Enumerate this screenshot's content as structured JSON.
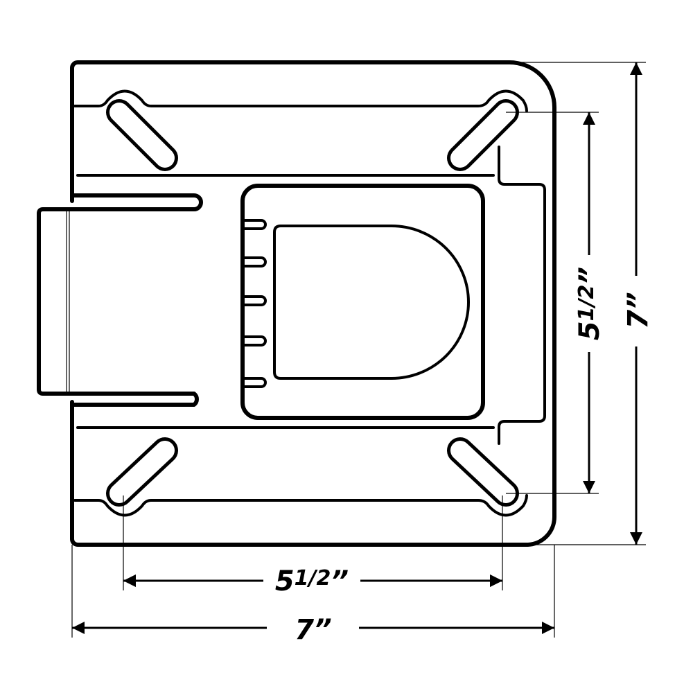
{
  "dimensions": {
    "bottom_inner": {
      "whole": "5",
      "fraction": "1/2",
      "unit": "”",
      "value_in": 5.5
    },
    "bottom_outer": {
      "whole": "7",
      "unit": "”",
      "value_in": 7
    },
    "right_inner": {
      "whole": "5",
      "fraction": "1/2",
      "unit": "”",
      "value_in": 5.5
    },
    "right_outer": {
      "whole": "7",
      "unit": "”",
      "value_in": 7
    }
  },
  "colors": {
    "line": "#000000",
    "background": "#ffffff"
  }
}
